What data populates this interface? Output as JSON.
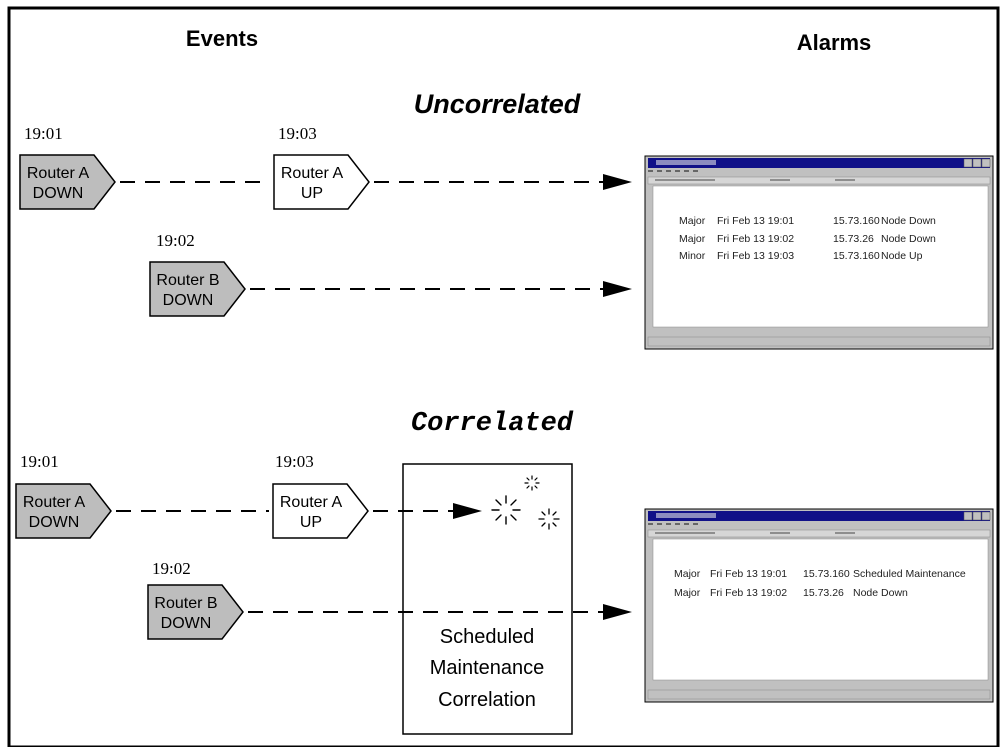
{
  "headers": {
    "events": "Events",
    "alarms": "Alarms"
  },
  "sections": {
    "uncorrelated": {
      "title": "Uncorrelated",
      "events": [
        {
          "time": "19:01",
          "line1": "Router A",
          "line2": "DOWN",
          "state": "down"
        },
        {
          "time": "19:03",
          "line1": "Router A",
          "line2": "UP",
          "state": "up"
        },
        {
          "time": "19:02",
          "line1": "Router B",
          "line2": "DOWN",
          "state": "down"
        }
      ],
      "alarms": [
        {
          "severity": "Major",
          "time": "Fri Feb 13 19:01",
          "address": "15.73.160",
          "message": "Node Down"
        },
        {
          "severity": "Major",
          "time": "Fri Feb 13 19:02",
          "address": "15.73.26",
          "message": "Node Down"
        },
        {
          "severity": "Minor",
          "time": "Fri Feb 13 19:03",
          "address": "15.73.160",
          "message": "Node Up"
        }
      ]
    },
    "correlated": {
      "title": "Correlated",
      "events": [
        {
          "time": "19:01",
          "line1": "Router A",
          "line2": "DOWN",
          "state": "down"
        },
        {
          "time": "19:03",
          "line1": "Router A",
          "line2": "UP",
          "state": "up"
        },
        {
          "time": "19:02",
          "line1": "Router B",
          "line2": "DOWN",
          "state": "down"
        }
      ],
      "correlation_box": {
        "line1": "Scheduled",
        "line2": "Maintenance",
        "line3": "Correlation"
      },
      "alarms": [
        {
          "severity": "Major",
          "time": "Fri Feb 13 19:01",
          "address": "15.73.160",
          "message": "Scheduled Maintenance"
        },
        {
          "severity": "Major",
          "time": "Fri Feb 13 19:02",
          "address": "15.73.26",
          "message": "Node Down"
        }
      ]
    }
  },
  "colors": {
    "down_fill": "#bdbdbd",
    "up_fill": "#ffffff",
    "window_titlebar": "#101088",
    "window_chrome": "#c0c0c0"
  }
}
